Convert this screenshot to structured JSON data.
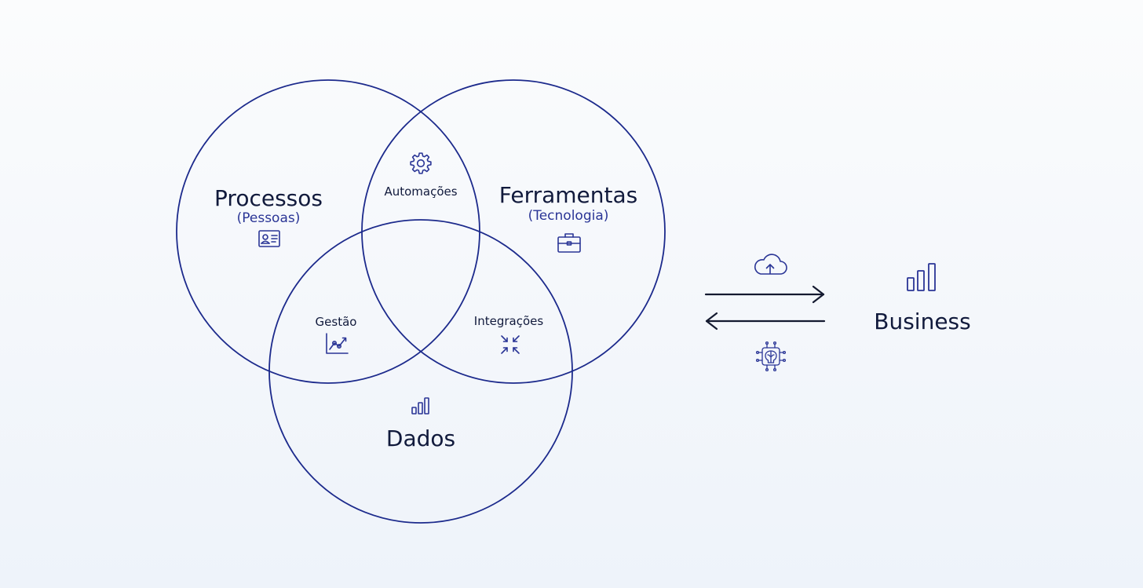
{
  "colors": {
    "circle_stroke": "#1c2a8c",
    "text_dark": "#111a3c",
    "text_accent": "#2a3596",
    "icon": "#2a3596",
    "arrow": "#141a30"
  },
  "venn": {
    "processos": {
      "title": "Processos",
      "subtitle": "(Pessoas)",
      "icon": "id-card-icon"
    },
    "ferramentas": {
      "title": "Ferramentas",
      "subtitle": "(Tecnologia)",
      "icon": "briefcase-icon"
    },
    "dados": {
      "title": "Dados",
      "icon": "bar-chart-icon"
    },
    "automacoes": {
      "label": "Automações",
      "icon": "gear-icon"
    },
    "gestao": {
      "label": "Gestão",
      "icon": "line-chart-icon"
    },
    "integracoes": {
      "label": "Integrações",
      "icon": "arrows-inward-icon"
    }
  },
  "flow": {
    "top_icon": "cloud-upload-icon",
    "bottom_icon": "ai-chip-icon",
    "forward_arrow": "arrow-right-icon",
    "back_arrow": "arrow-left-icon"
  },
  "business": {
    "label": "Business",
    "icon": "bar-chart-icon"
  }
}
